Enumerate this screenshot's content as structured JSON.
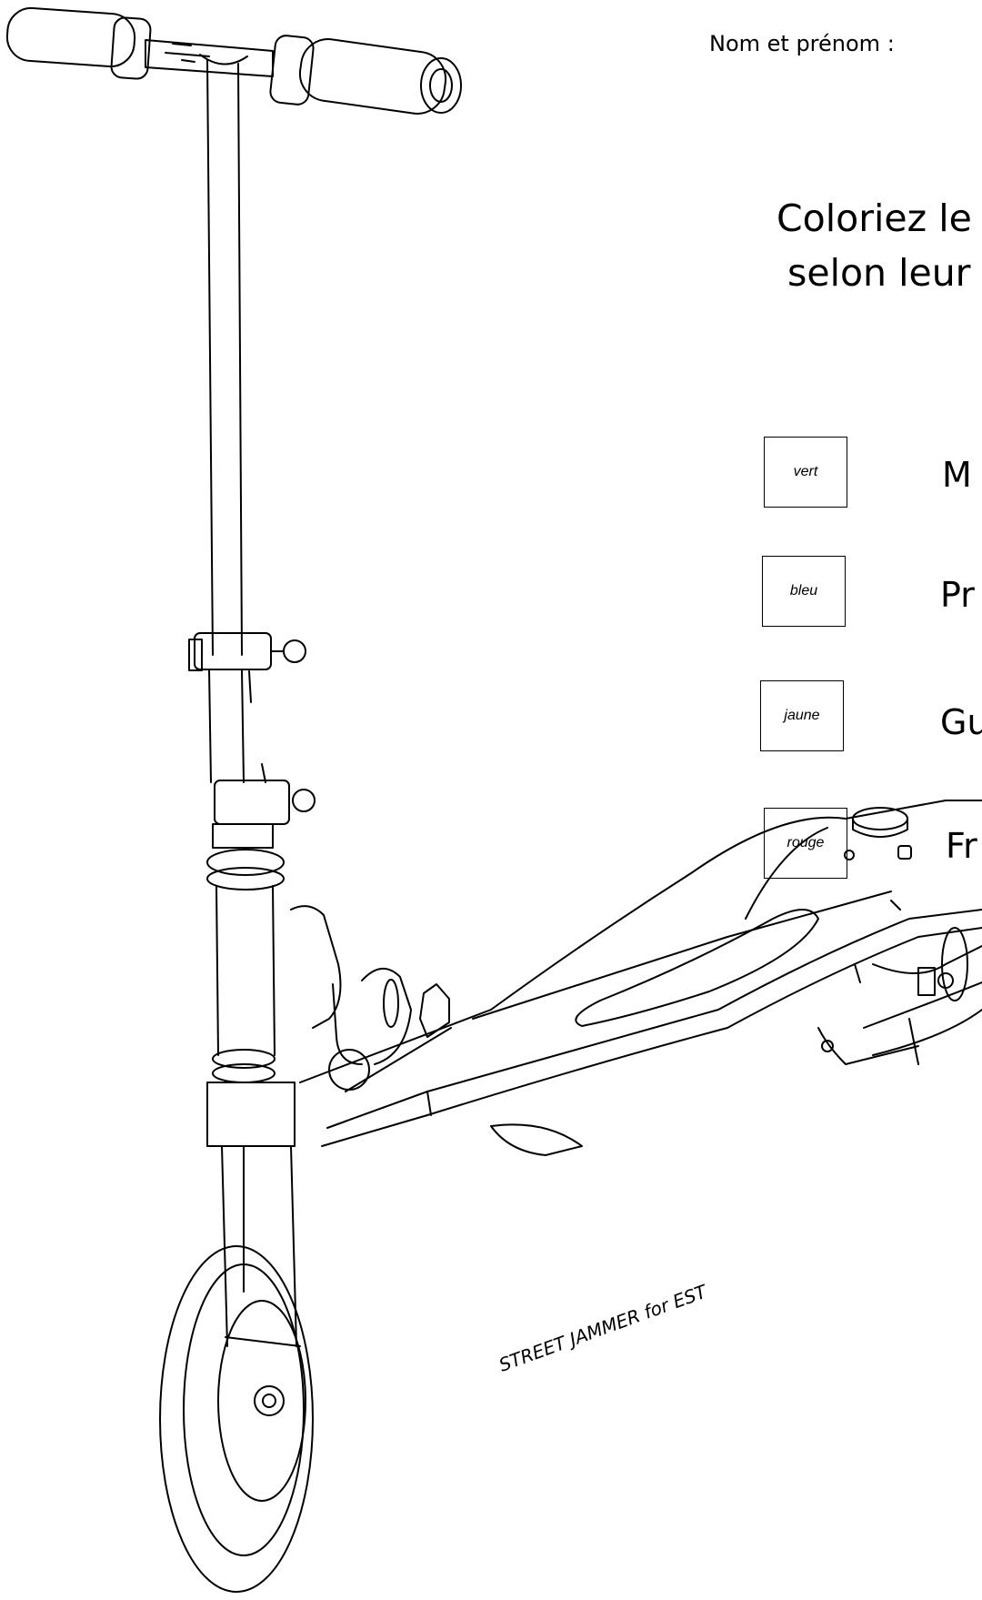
{
  "header": {
    "name_label": "Nom et prénom :"
  },
  "instruction": {
    "line1": "Coloriez le",
    "line2": "selon leur"
  },
  "legend": [
    {
      "color_word": "vert",
      "label": "M"
    },
    {
      "color_word": "bleu",
      "label": "Pr"
    },
    {
      "color_word": "jaune",
      "label": "Gu"
    },
    {
      "color_word": "rouge",
      "label": "Fr"
    }
  ],
  "illustration": {
    "deck_text": "STREET JAMMER for EST"
  }
}
